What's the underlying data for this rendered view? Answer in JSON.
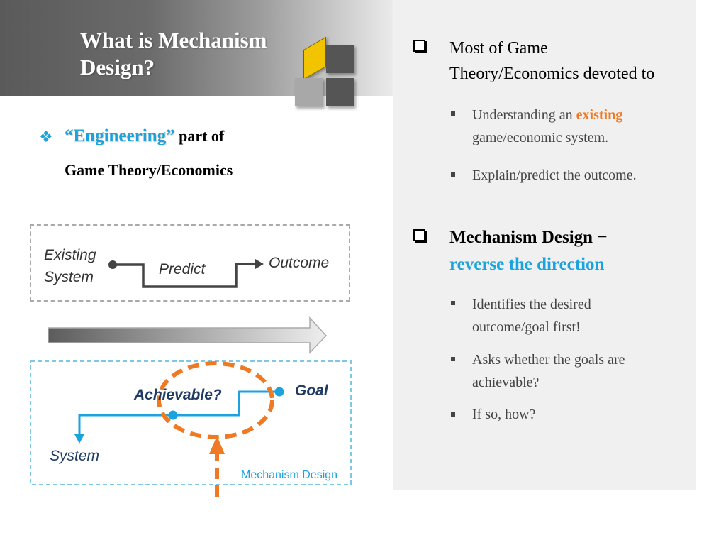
{
  "title": "What is Mechanism Design?",
  "left": {
    "engineering_quoted": "“Engineering”",
    "engineering_rest": " part of",
    "engineering_line2": "Game Theory/Economics"
  },
  "diagram_top": {
    "existing_system": [
      "Existing",
      "System"
    ],
    "predict": "Predict",
    "outcome": "Outcome"
  },
  "diagram_bottom": {
    "achievable": "Achievable?",
    "goal": "Goal",
    "system": "System",
    "caption": "Mechanism Design"
  },
  "right": {
    "point1": [
      "Most of Game",
      "Theory/Economics devoted to"
    ],
    "sub1": {
      "prefix": "Understanding an ",
      "highlight": "existing",
      "line2": "game/economic system."
    },
    "sub2": "Explain/predict the outcome.",
    "point2_title": "Mechanism Design",
    "point2_dash": " −",
    "point2_line2": "reverse the direction",
    "sub3": [
      "Identifies the desired",
      "outcome/goal first!"
    ],
    "sub4": [
      "Asks whether the goals are",
      "achievable?"
    ],
    "sub5": "If so, how?"
  },
  "colors": {
    "accent_blue": "#1aa3dc",
    "accent_orange": "#f07a24",
    "logo_yellow": "#f2c400",
    "logo_dark": "#555555",
    "logo_light": "#a8a8a8"
  }
}
